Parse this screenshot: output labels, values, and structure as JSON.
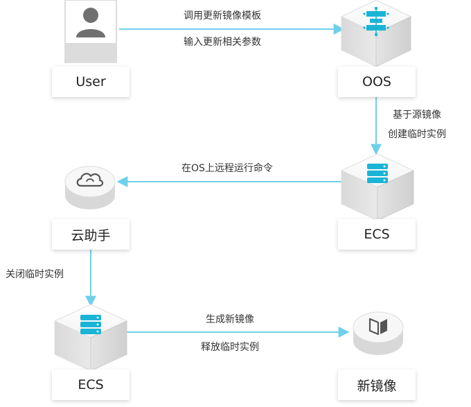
{
  "nodes": {
    "user": {
      "label": "User",
      "icon": "user-avatar-icon"
    },
    "oos": {
      "label": "OOS",
      "icon": "oos-template-icon"
    },
    "ecs_temp": {
      "label": "ECS",
      "icon": "server-stack-icon"
    },
    "cloud_assistant": {
      "label": "云助手",
      "icon": "cloud-icon"
    },
    "ecs_final": {
      "label": "ECS",
      "icon": "server-stack-icon"
    },
    "new_image": {
      "label": "新镜像",
      "icon": "image-book-icon"
    }
  },
  "edges": {
    "user_to_oos": {
      "line1": "调用更新镜像模板",
      "line2": "输入更新相关参数"
    },
    "oos_to_ecs": {
      "line1": "基于源镜像",
      "line2": "创建临时实例"
    },
    "ecs_to_assistant": {
      "line1": "在OS上远程运行命令"
    },
    "assistant_to_ecs": {
      "line1": "关闭临时实例"
    },
    "ecs_to_image": {
      "line1": "生成新镜像",
      "line2": "释放临时实例"
    }
  },
  "colors": {
    "arrow": "#6fd0ea",
    "accent": "#19b4d6",
    "avatar": "#707070",
    "icon_dark": "#555555"
  }
}
